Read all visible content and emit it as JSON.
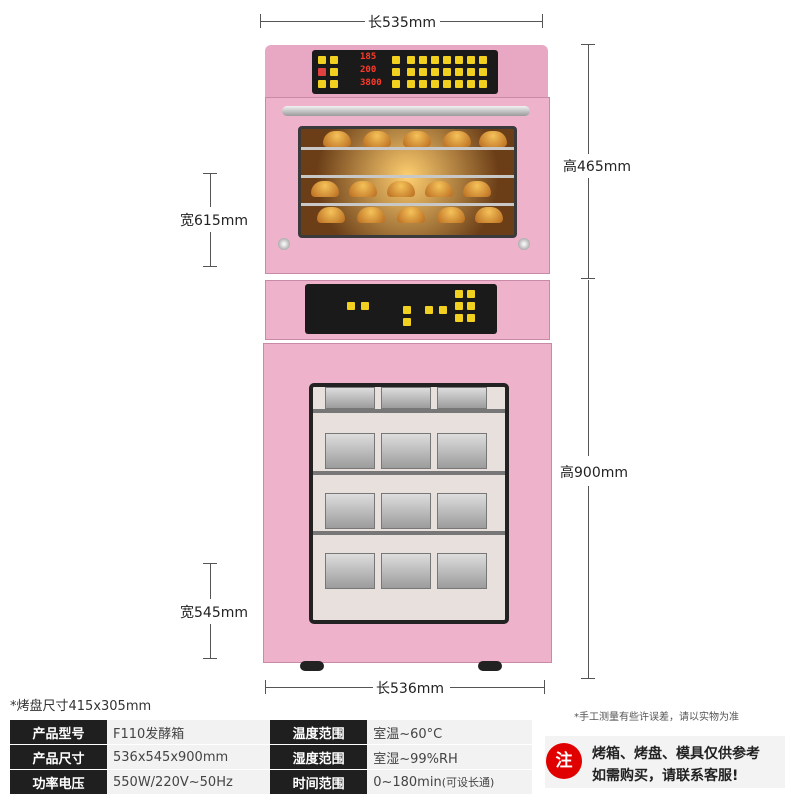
{
  "dimensions": {
    "top_length": "长535mm",
    "upper_height": "高465mm",
    "upper_width": "宽615mm",
    "lower_height": "高900mm",
    "lower_width": "宽545mm",
    "bottom_length": "长536mm"
  },
  "tray_note": "*烤盘尺寸415x305mm",
  "measure_note": "*手工测量有些许误差，请以实物为准",
  "displays": [
    "185",
    "200",
    "3800"
  ],
  "specs": [
    {
      "k1": "产品型号",
      "v1": "F110发酵箱",
      "k2": "温度范围",
      "v2": "室温~60°C"
    },
    {
      "k1": "产品尺寸",
      "v1": "536x545x900mm",
      "k2": "湿度范围",
      "v2": "室湿~99%RH"
    },
    {
      "k1": "功率电压",
      "v1": "550W/220V~50Hz",
      "k2": "时间范围",
      "v2": "0~180min",
      "v2_extra": "(可设长通)"
    }
  ],
  "notice": {
    "badge": "注",
    "line1": "烤箱、烤盘、模具仅供参考",
    "line2": "如需购买，请联系客服!"
  },
  "colors": {
    "body_pink": "#eeb2cb",
    "badge_red": "#e10000"
  }
}
